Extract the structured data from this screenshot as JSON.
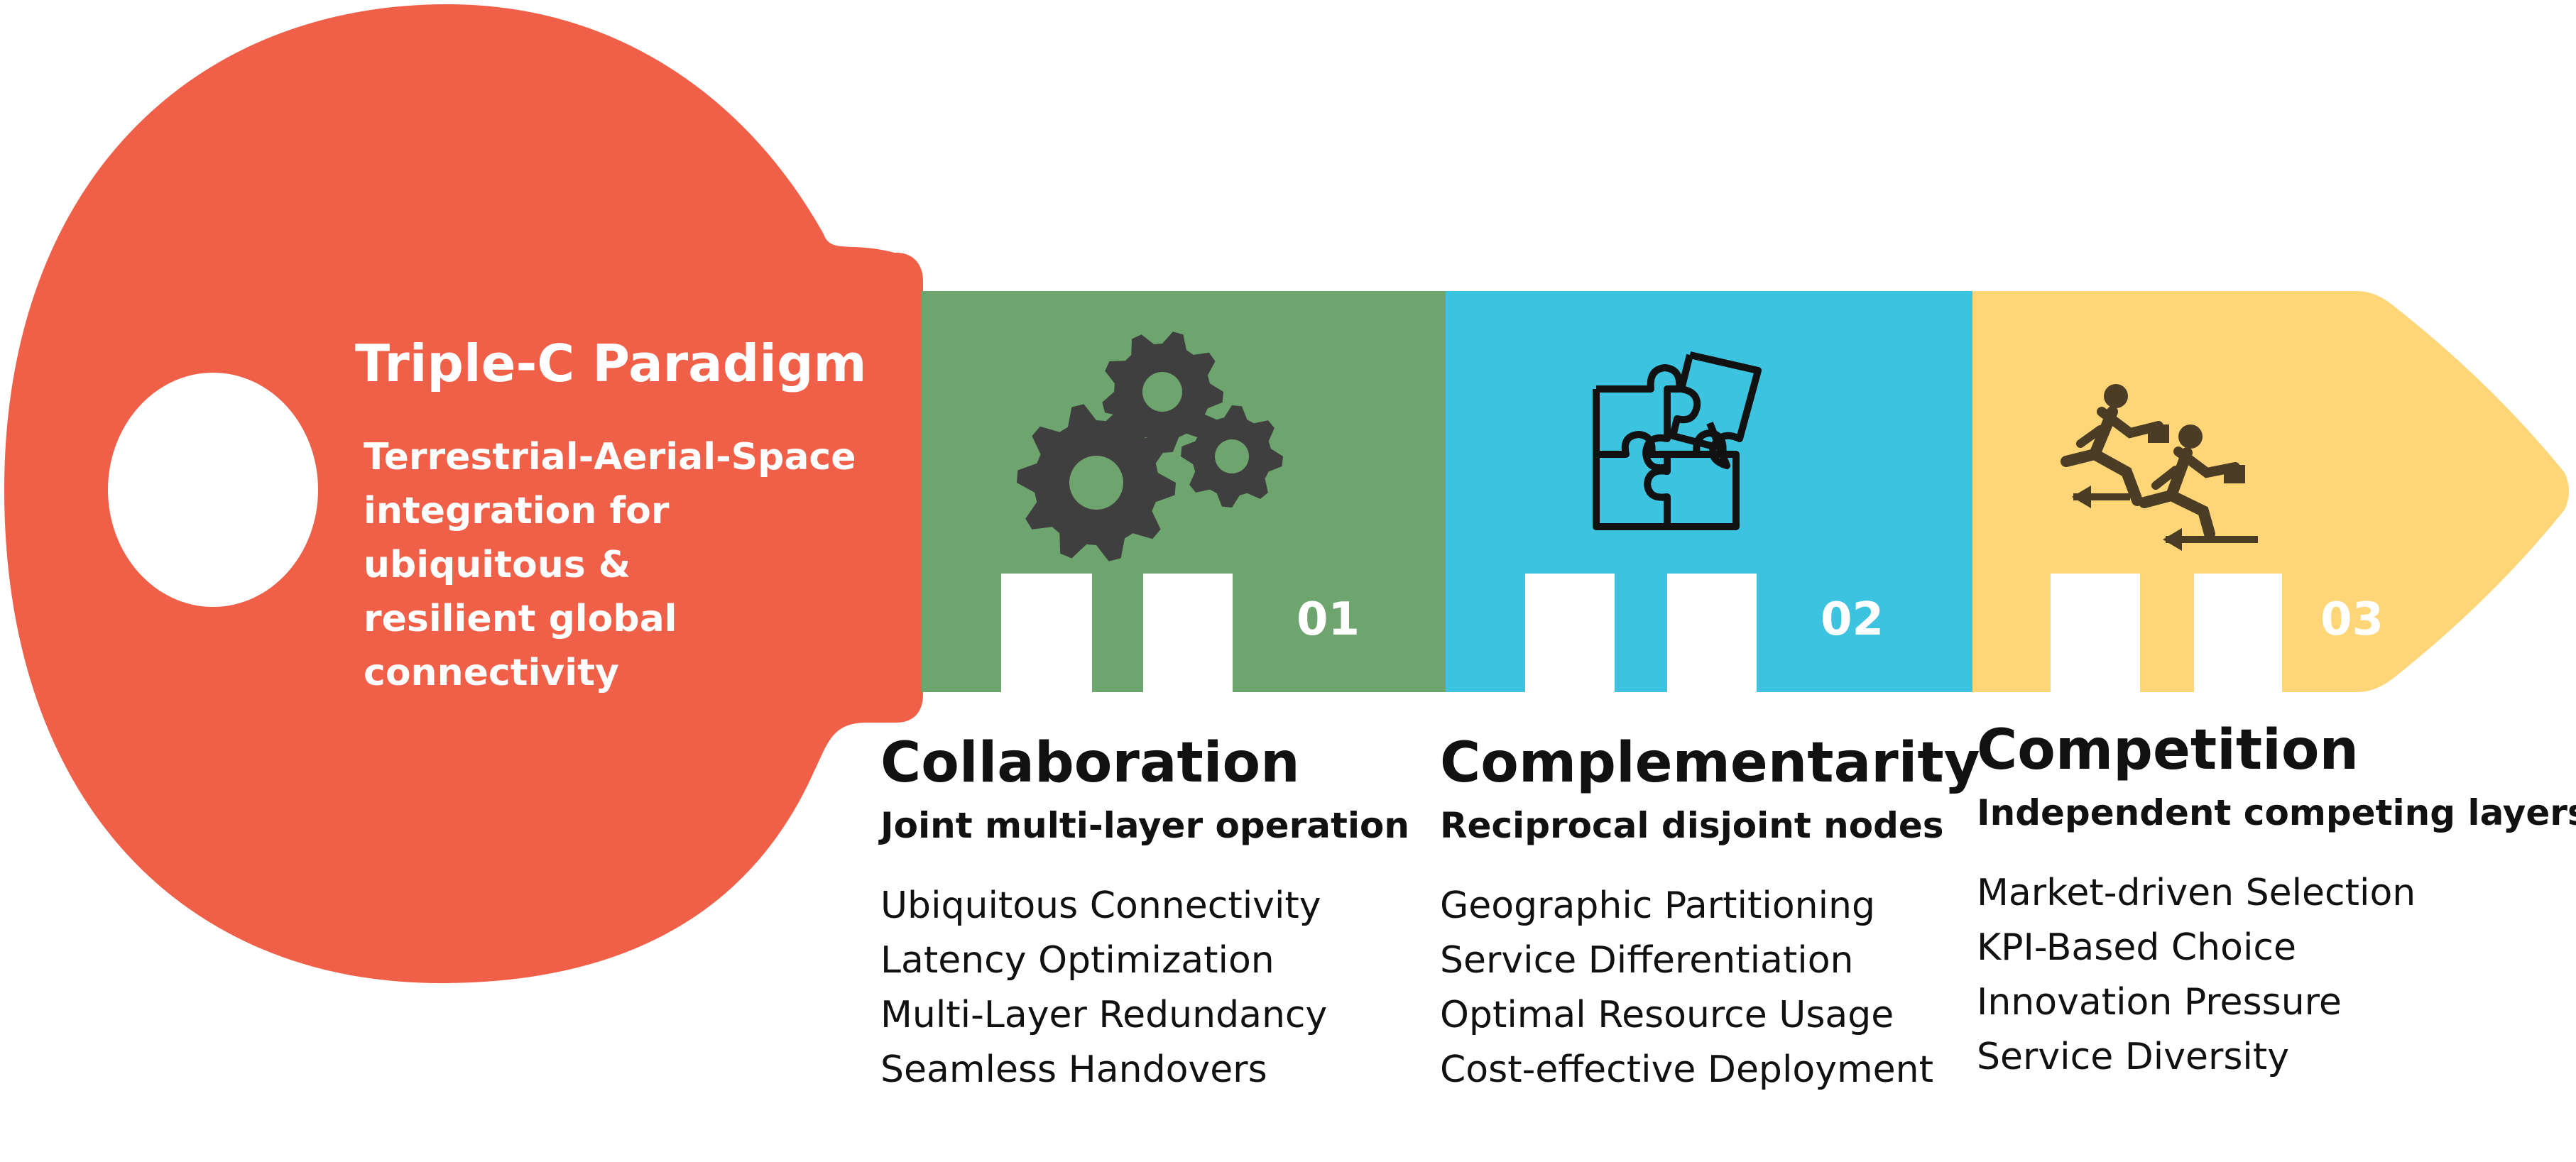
{
  "key": {
    "title": "Triple-C Paradigm",
    "subtitle_lines": [
      "Terrestrial-Aerial-Space",
      "integration for ubiquitous &",
      "resilient global connectivity"
    ]
  },
  "colors": {
    "bow": "#f05f47",
    "collaboration": "#6ea46d",
    "complementarity": "#3cc3e0",
    "competition": "#fed678",
    "icon_gear": "#3f3f3f",
    "icon_puzzle": "#111111",
    "icon_runner": "#4a3c25"
  },
  "segments": [
    {
      "number": "01",
      "icon": "gears-icon",
      "heading": "Collaboration",
      "subheading": "Joint multi-layer operation",
      "items": [
        "Ubiquitous Connectivity",
        "Latency Optimization",
        "Multi-Layer Redundancy",
        "Seamless Handovers"
      ]
    },
    {
      "number": "02",
      "icon": "puzzle-icon",
      "heading": "Complementarity",
      "subheading": "Reciprocal disjoint nodes",
      "items": [
        "Geographic Partitioning",
        "Service Differentiation",
        "Optimal Resource Usage",
        "Cost-effective Deployment"
      ]
    },
    {
      "number": "03",
      "icon": "running-businessmen-icon",
      "heading": "Competition",
      "subheading": "Independent competing layers",
      "items": [
        "Market-driven Selection",
        "KPI-Based Choice",
        "Innovation Pressure",
        "Service Diversity"
      ]
    }
  ]
}
